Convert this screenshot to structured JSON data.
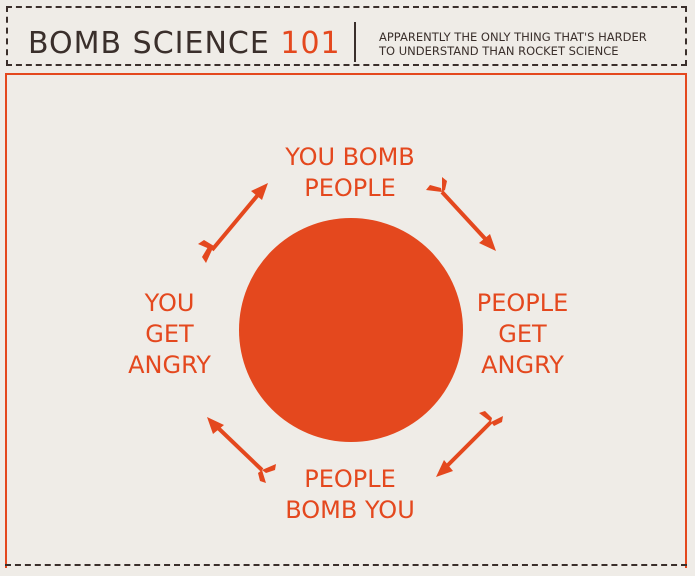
{
  "header": {
    "title": "BOMB SCIENCE",
    "title_number": "101",
    "subtitle_line1": "APPARENTLY THE ONLY THING THAT'S HARDER",
    "subtitle_line2": "TO UNDERSTAND THAN ROCKET SCIENCE"
  },
  "cycle": {
    "top": [
      "YOU BOMB",
      "PEOPLE"
    ],
    "right": [
      "PEOPLE",
      "GET",
      "ANGRY"
    ],
    "bottom": [
      "PEOPLE",
      "BOMB YOU"
    ],
    "left": [
      "YOU",
      "GET",
      "ANGRY"
    ]
  },
  "colors": {
    "accent": "#e4481e",
    "dark": "#3a2f2b",
    "background": "#efece7"
  }
}
